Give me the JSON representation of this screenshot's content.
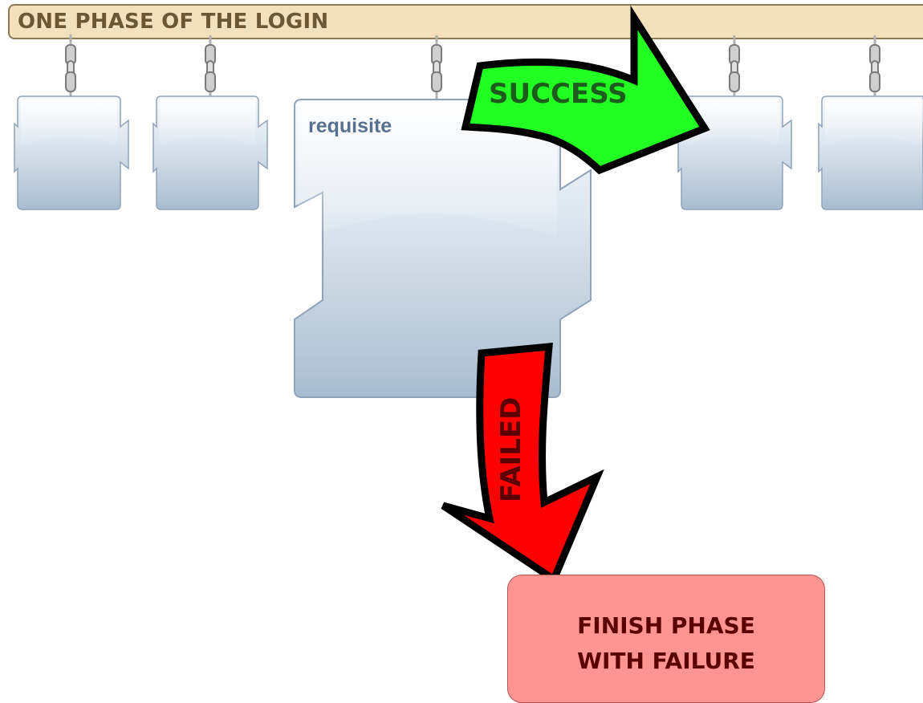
{
  "header": {
    "title": "ONE PHASE OF THE LOGIN"
  },
  "modules": [
    {
      "label": ""
    },
    {
      "label": ""
    },
    {
      "label": "requisite"
    },
    {
      "label": ""
    },
    {
      "label": ""
    }
  ],
  "arrows": {
    "success": {
      "label": "SUCCESS",
      "color": "#22ff22"
    },
    "failed": {
      "label": "FAILED",
      "color": "#ff0000"
    }
  },
  "finish": {
    "line1": "FINISH PHASE",
    "line2": "WITH FAILURE",
    "color": "#ff9593"
  },
  "colors": {
    "phase_bar": "#f3e0bc",
    "phase_text": "#6b5734",
    "module_label": "#56708e"
  }
}
